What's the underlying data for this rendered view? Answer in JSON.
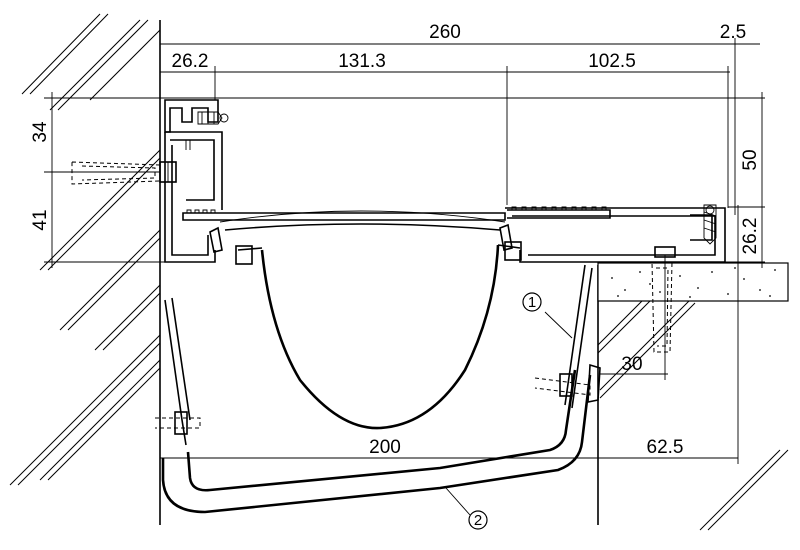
{
  "dimensions": {
    "top_total": "260",
    "top_right_small": "2.5",
    "seg_left": "26.2",
    "seg_middle": "131.3",
    "seg_right": "102.5",
    "left_upper": "34",
    "left_lower": "41",
    "right_upper": "50",
    "right_lower": "26.2",
    "anchor_offset": "30",
    "bottom_width": "200",
    "bottom_right": "62.5"
  },
  "callouts": {
    "one": "1",
    "two": "2"
  },
  "colors": {
    "line": "#000000",
    "background": "#ffffff"
  }
}
